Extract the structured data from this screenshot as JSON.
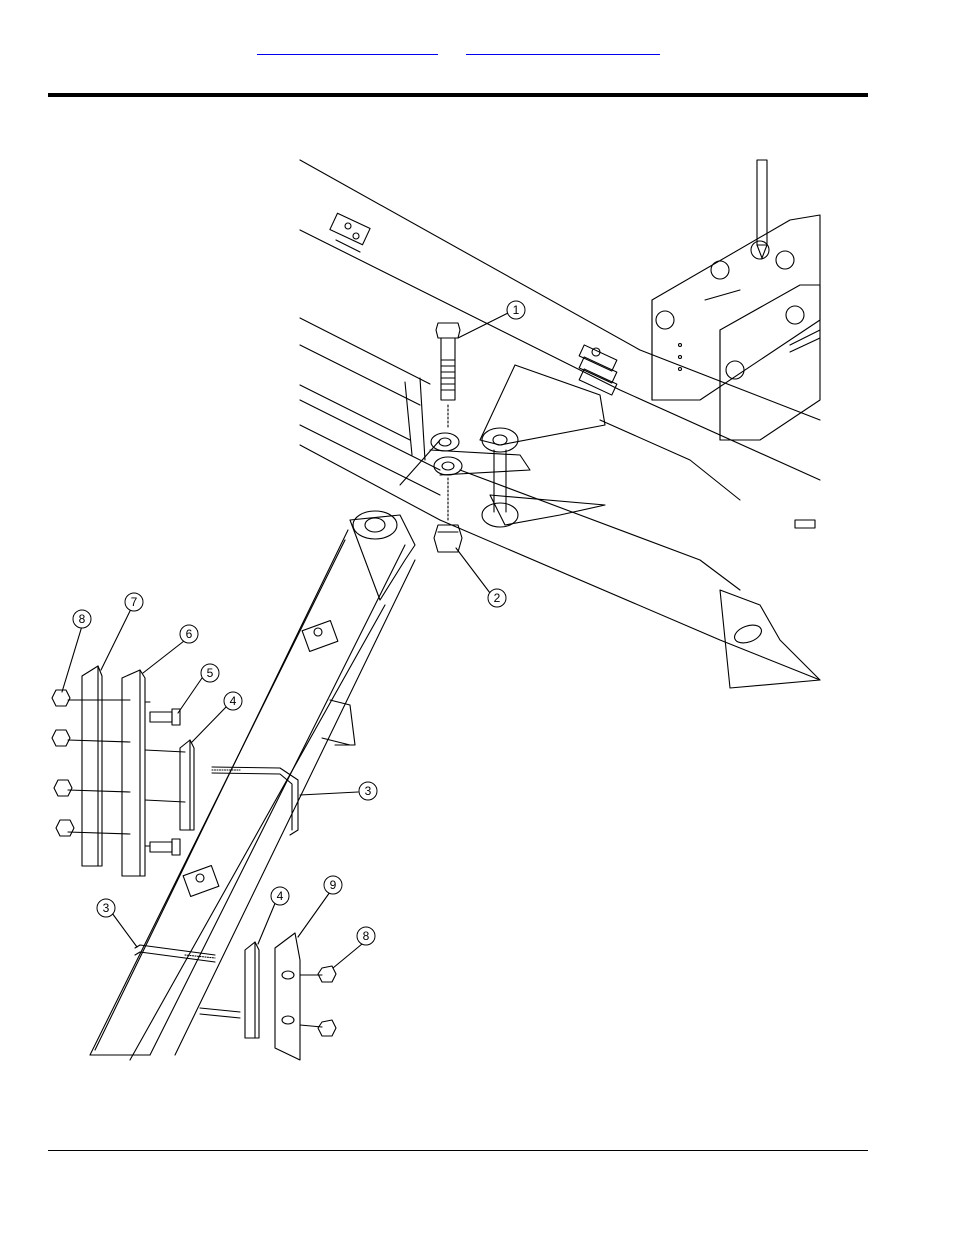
{
  "header": {
    "links": [
      {
        "text": ""
      },
      {
        "text": ""
      }
    ]
  },
  "callouts": [
    {
      "label": "1"
    },
    {
      "label": "2"
    },
    {
      "label": "3"
    },
    {
      "label": "3"
    },
    {
      "label": "4"
    },
    {
      "label": "4"
    },
    {
      "label": "5"
    },
    {
      "label": "6"
    },
    {
      "label": "7"
    },
    {
      "label": "8"
    },
    {
      "label": "8"
    },
    {
      "label": "9"
    }
  ]
}
